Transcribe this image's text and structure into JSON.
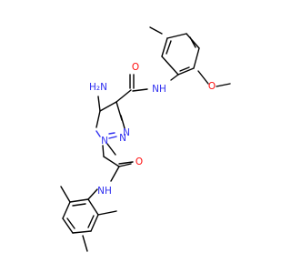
{
  "molecule": {
    "atom_labels": {
      "amine": "H₂N",
      "amide_nh_top": "NH",
      "ring_n1": "N",
      "ring_n2": "N",
      "ring_n3": "N",
      "carbonyl_o_top": "O",
      "ether_o": "O",
      "amide_nh_bottom": "NH",
      "carbonyl_o_bottom": "O"
    },
    "colors": {
      "bond": "#000000",
      "nitrogen": "#3030f0",
      "oxygen": "#ff0d0d",
      "background": "#ffffff"
    }
  }
}
